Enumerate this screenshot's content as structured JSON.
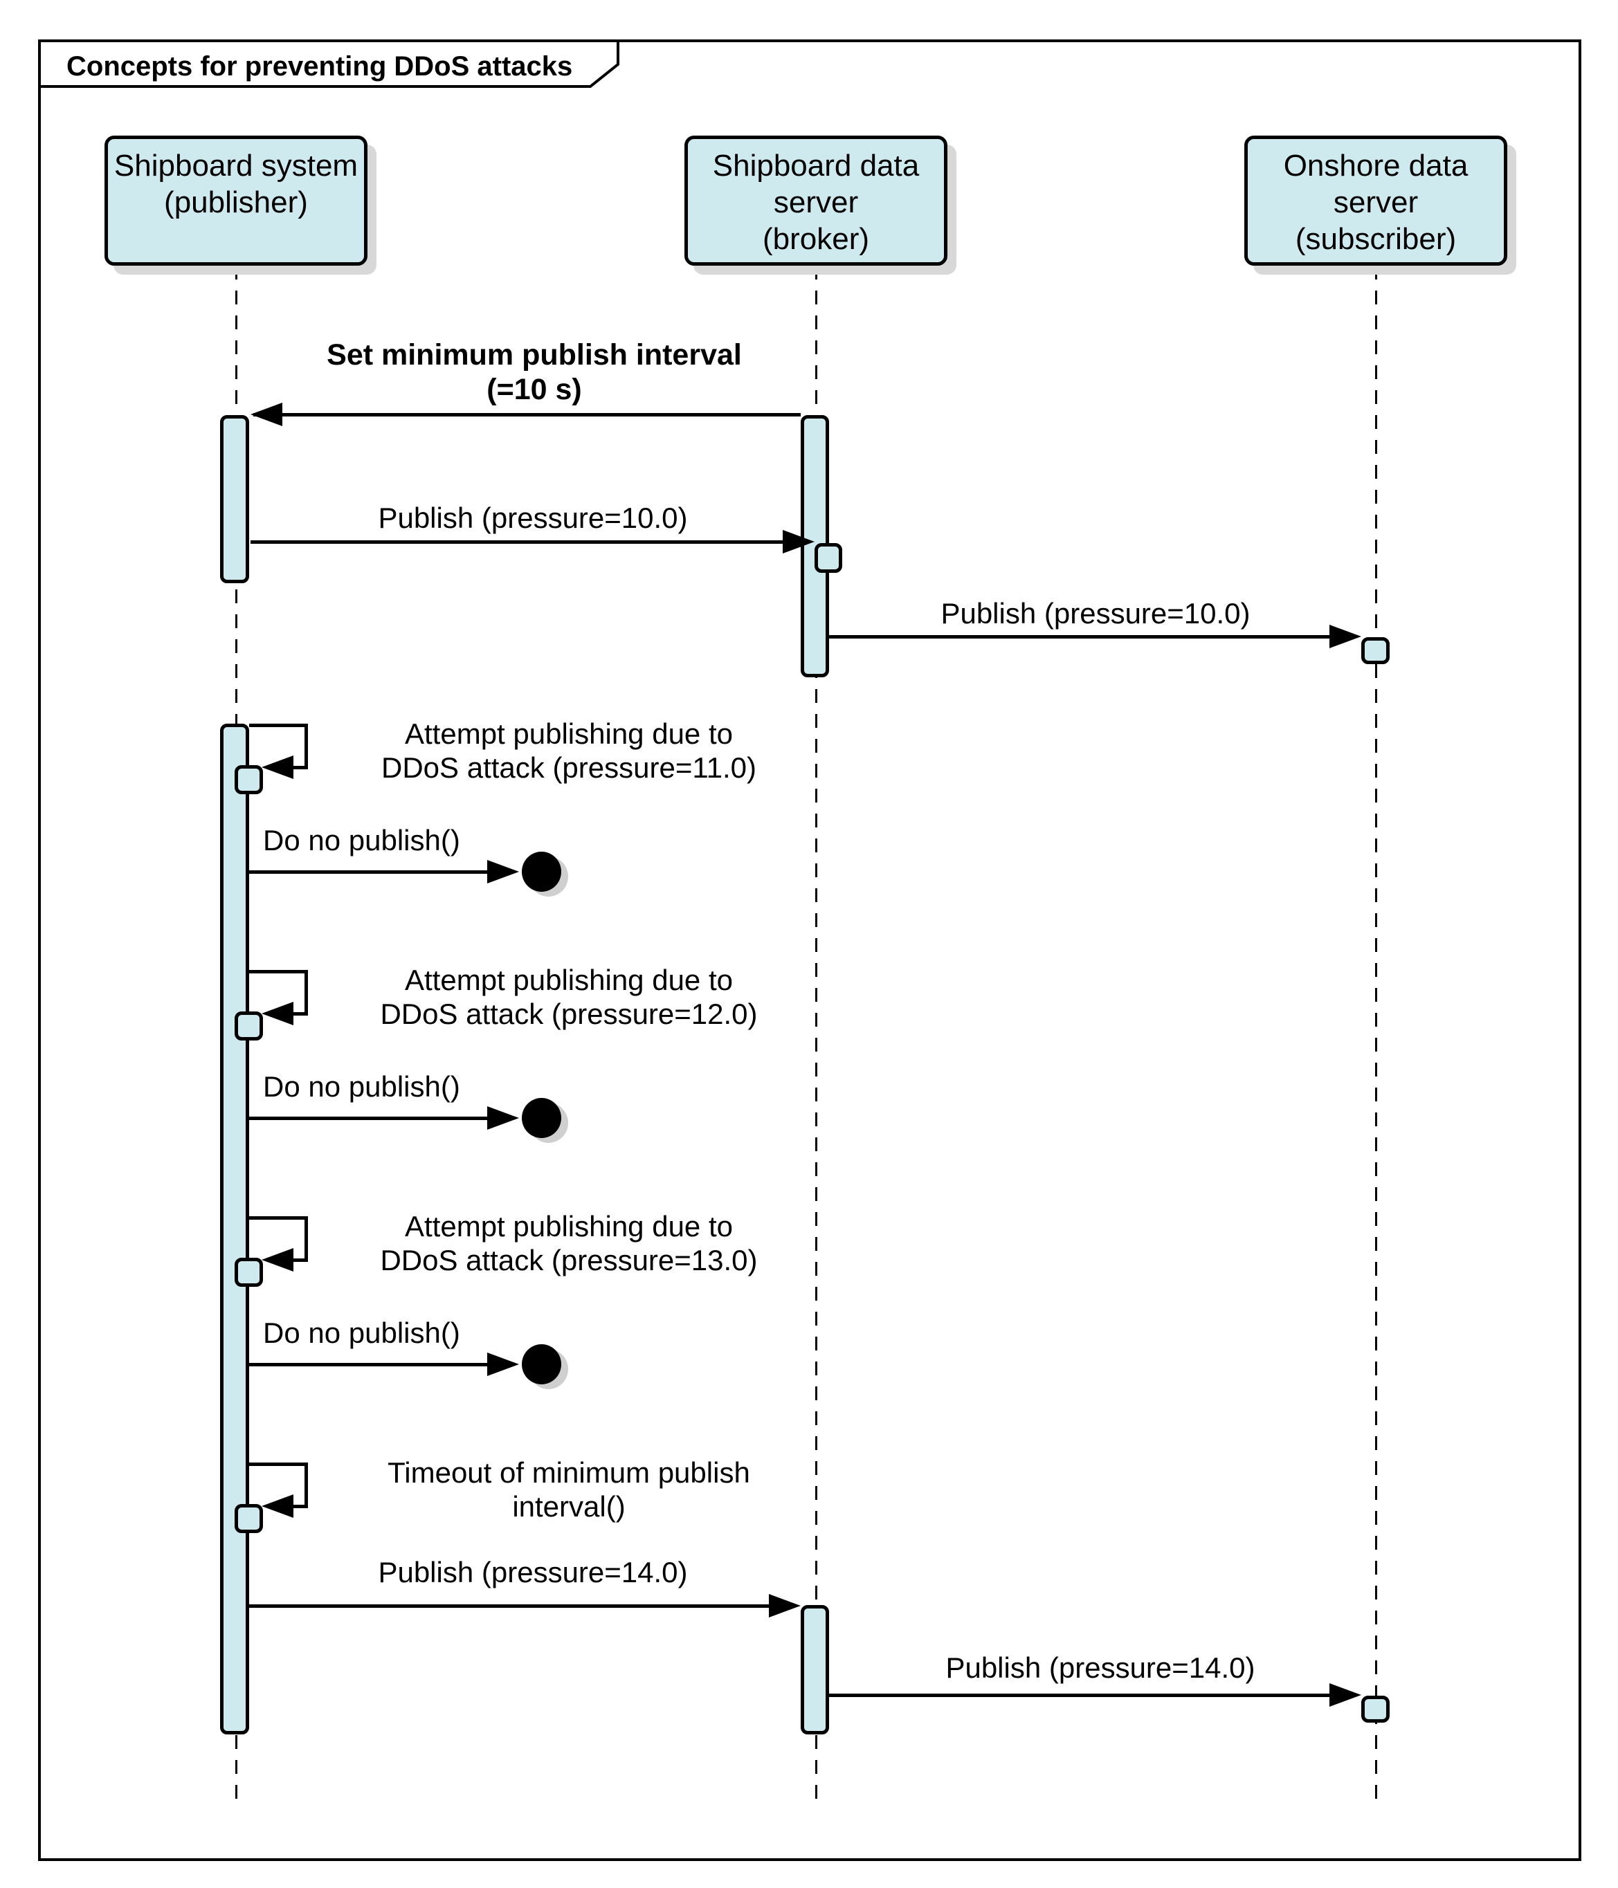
{
  "frame": {
    "title": "Concepts for preventing DDoS attacks"
  },
  "lifelines": [
    {
      "id": "publisher",
      "name": "Shipboard system\n(publisher)"
    },
    {
      "id": "broker",
      "name": "Shipboard data\nserver\n(broker)"
    },
    {
      "id": "subscriber",
      "name": "Onshore data\nserver\n(subscriber)"
    }
  ],
  "messages": {
    "set_min_interval": "Set minimum publish interval\n(=10 s)",
    "publish_10_pub_to_broker": "Publish (pressure=10.0)",
    "publish_10_broker_to_sub": "Publish (pressure=10.0)",
    "attempts": [
      {
        "label": "Attempt publishing due to\nDDoS attack (pressure=11.0)",
        "lost": "Do no publish()"
      },
      {
        "label": "Attempt publishing due to\nDDoS attack (pressure=12.0)",
        "lost": "Do no publish()"
      },
      {
        "label": "Attempt publishing due to\nDDoS attack (pressure=13.0)",
        "lost": "Do no publish()"
      }
    ],
    "timeout": "Timeout of minimum publish\ninterval()",
    "publish_14_pub_to_broker": "Publish (pressure=14.0)",
    "publish_14_broker_to_sub": "Publish (pressure=14.0)"
  },
  "colors": {
    "activation_fill": "#cfeaef",
    "line": "#000000",
    "shadow": "#d8d8d8"
  }
}
